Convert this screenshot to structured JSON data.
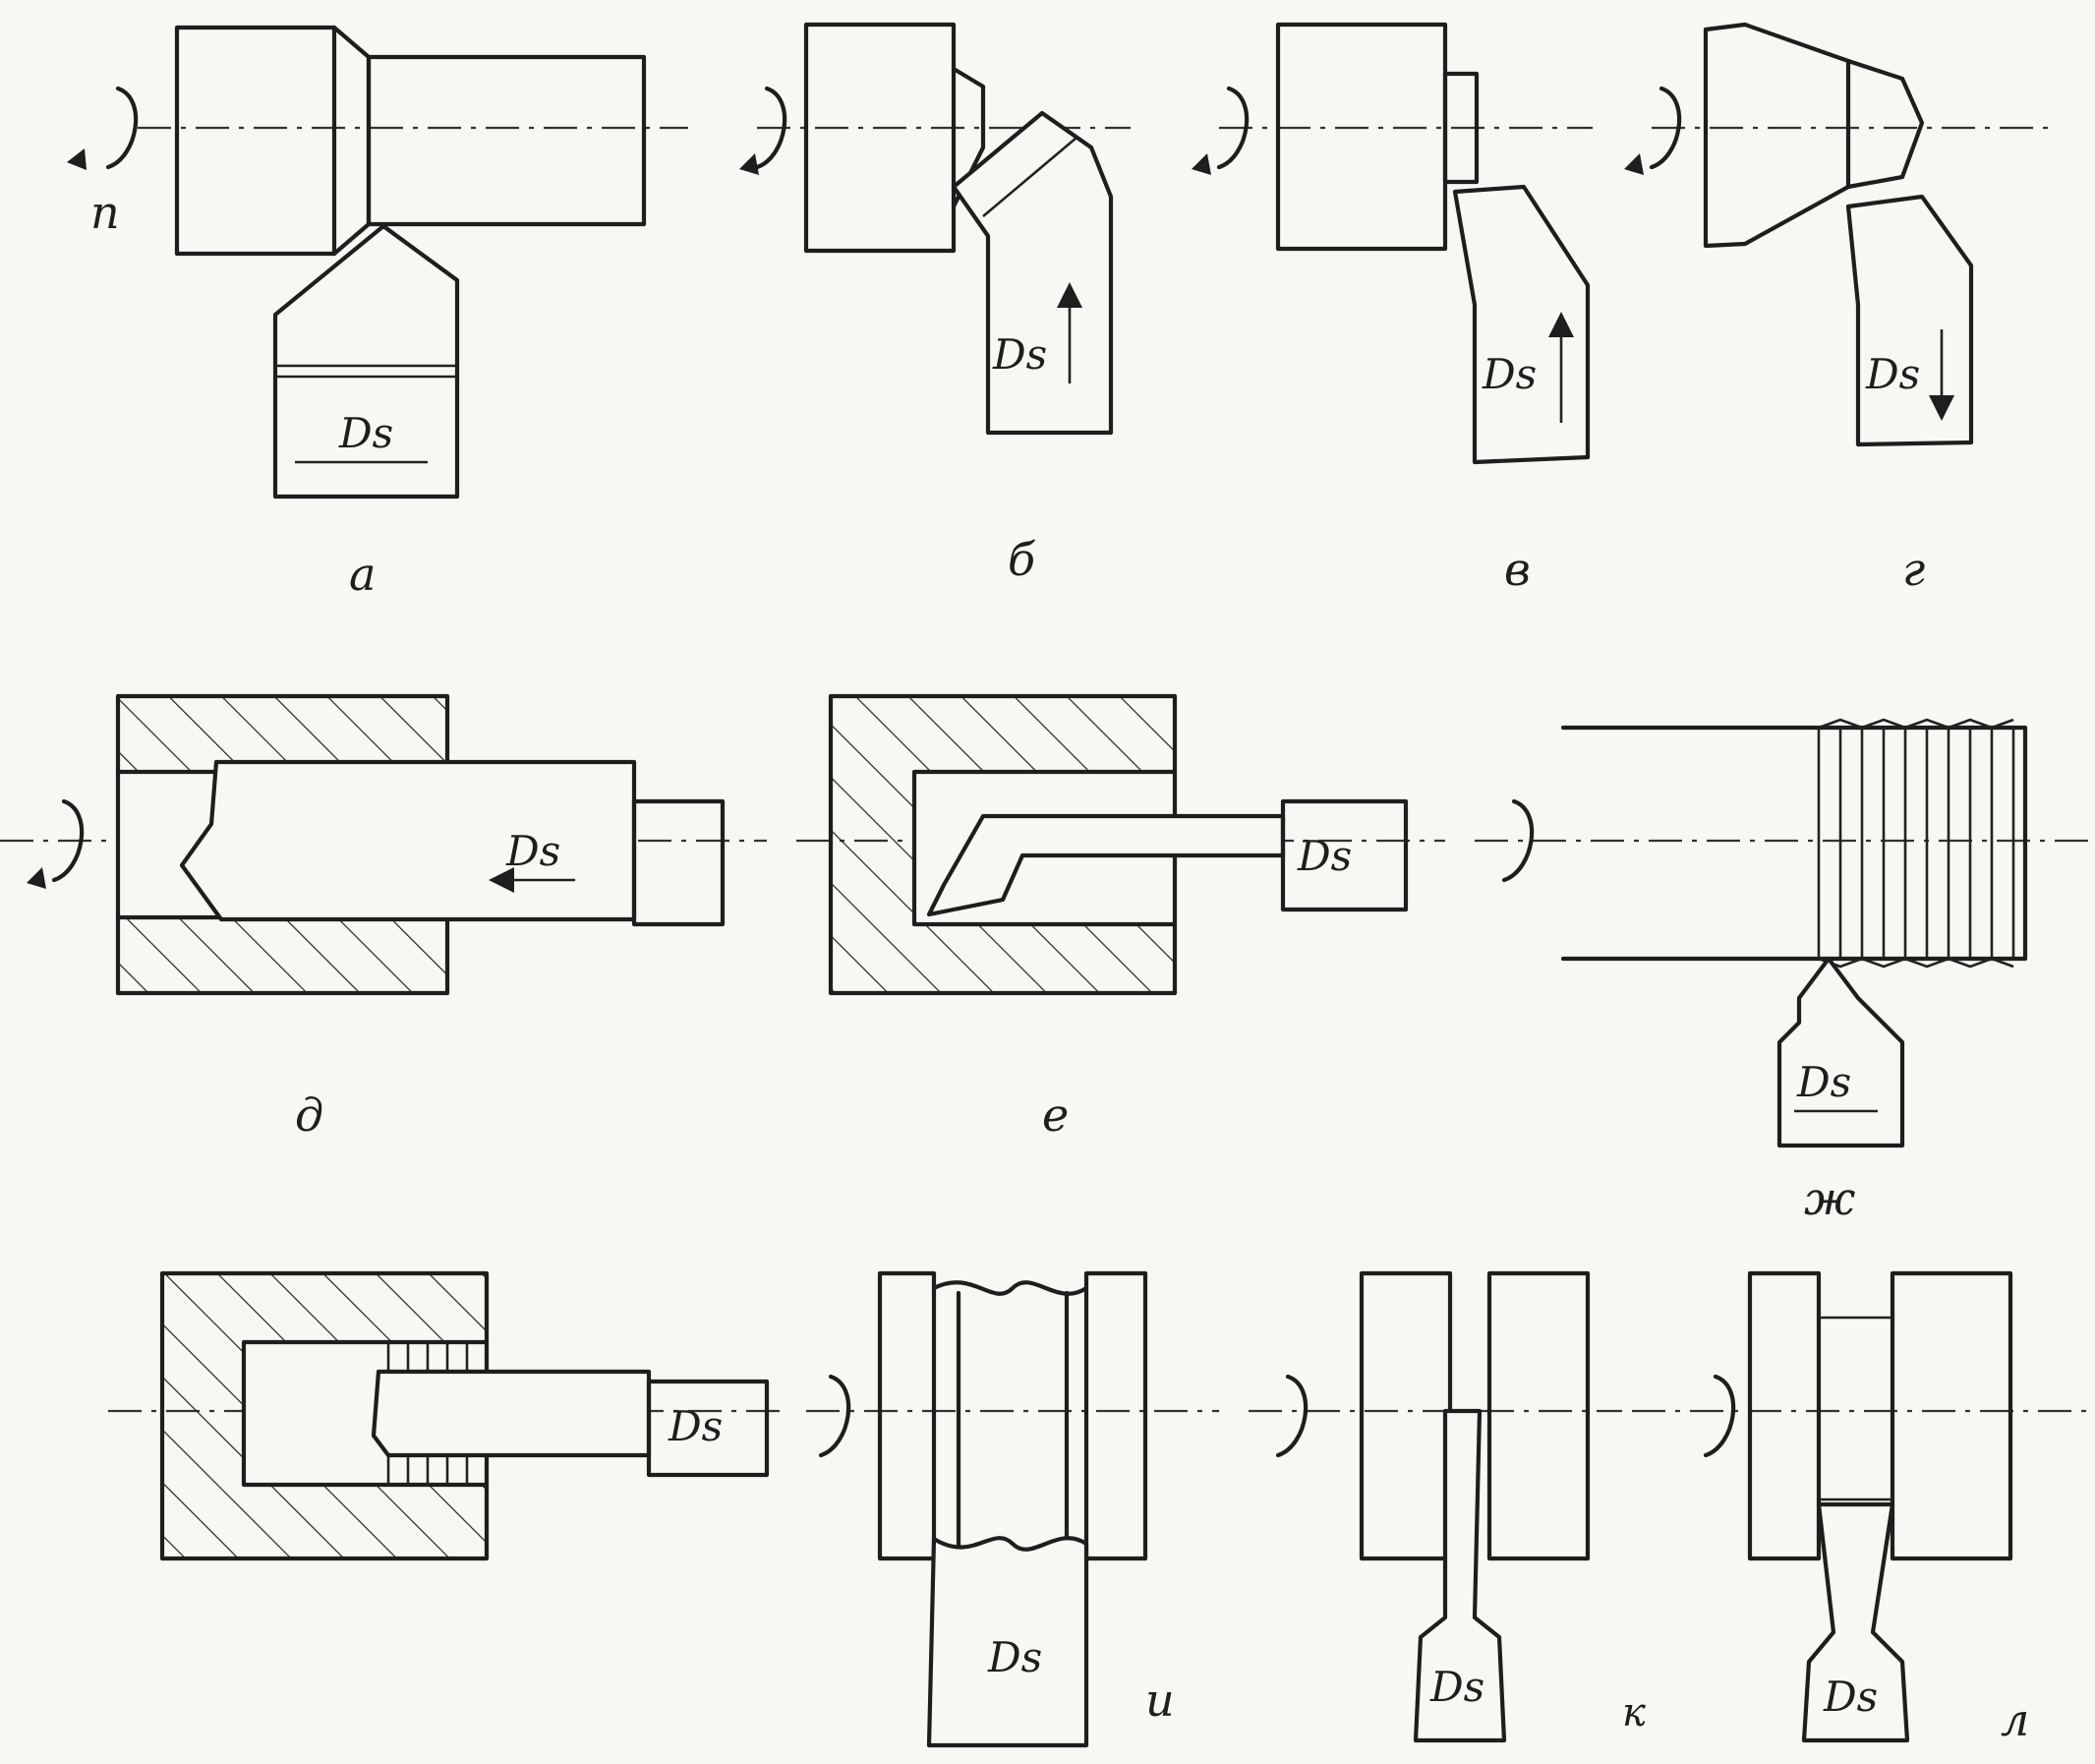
{
  "rotation_label": "n",
  "feed_label": "Ds",
  "panels": {
    "a": {
      "label": "а"
    },
    "b": {
      "label": "б"
    },
    "v": {
      "label": "в"
    },
    "g": {
      "label": "г"
    },
    "d": {
      "label": "д"
    },
    "e": {
      "label": "е"
    },
    "zh": {
      "label": "ж"
    },
    "z": {
      "label": ""
    },
    "i": {
      "label": "и"
    },
    "k": {
      "label": "к"
    },
    "l": {
      "label": "л"
    }
  },
  "colors": {
    "ink": "#1e1e1e",
    "paper": "#f7f7f3"
  }
}
